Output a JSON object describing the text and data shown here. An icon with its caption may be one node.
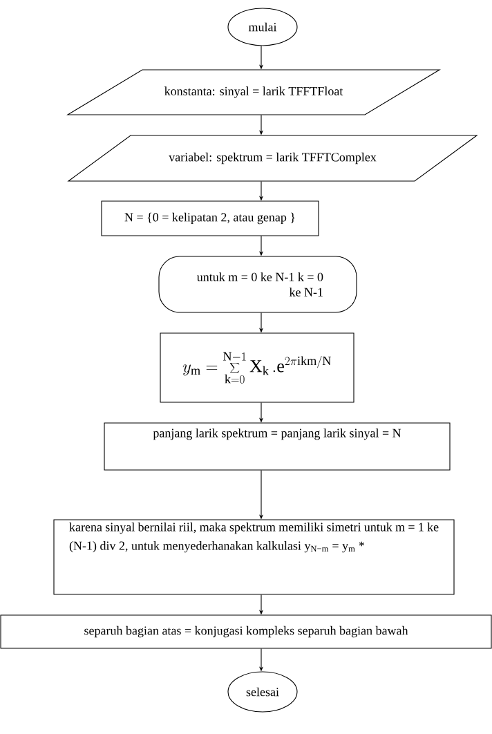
{
  "diagram": {
    "nodes": [
      {
        "text": [
          "mulai"
        ]
      },
      {
        "text": [
          "konstanta: sinyal = larik TFFTFloat"
        ]
      },
      {
        "text": [
          "variabel: spektrum = larik TFFTComplex"
        ]
      },
      {
        "text": [
          "N = {0 = kelipatan 2, atau genap }"
        ]
      },
      {
        "text": [
          "untuk m = 0 ke N-1 k = 0 ke N-1"
        ]
      },
      {
        "text": [
          "y_{\\mathrm{m}} = \\sum_{\\mathrm{k}=0}^{\\mathrm{N}-1} \\mathrm{X}_{\\mathrm{k}}\\,.\\mathrm{e}^{2\\pi \\mathrm{ikm}/\\mathrm{N}}"
        ]
      },
      {
        "text": [
          "panjang larik spektrum = panjang larik sinyal = N"
        ]
      },
      {
        "text": [
          "karena sinyal bernilai riil, maka spektrum memiliki simetri untuk m = 1 ke (N-1) div 2, untuk menyederhanakan kalkulasi y$_{N−m}$ = y$_{m}$ *"
        ]
      },
      {
        "text": [
          "separuh bagian atas = konjugasi kompleks separuh bagian bawah"
        ]
      },
      {
        "text": [
          "selesai"
        ]
      }
    ],
    "edges": [
      {
        "from": 0,
        "to": 1,
        "arrow": "to"
      },
      {
        "from": 1,
        "to": 2,
        "arrow": "to"
      },
      {
        "from": 2,
        "to": 3,
        "arrow": "to"
      },
      {
        "from": 3,
        "to": 4,
        "arrow": "to"
      },
      {
        "from": 4,
        "to": 5,
        "arrow": "to"
      },
      {
        "from": 5,
        "to": 6,
        "arrow": "to"
      },
      {
        "from": 6,
        "to": 7,
        "arrow": "to"
      },
      {
        "from": 7,
        "to": 8,
        "arrow": "to"
      },
      {
        "from": 8,
        "to": 9,
        "arrow": "to"
      }
    ]
  }
}
